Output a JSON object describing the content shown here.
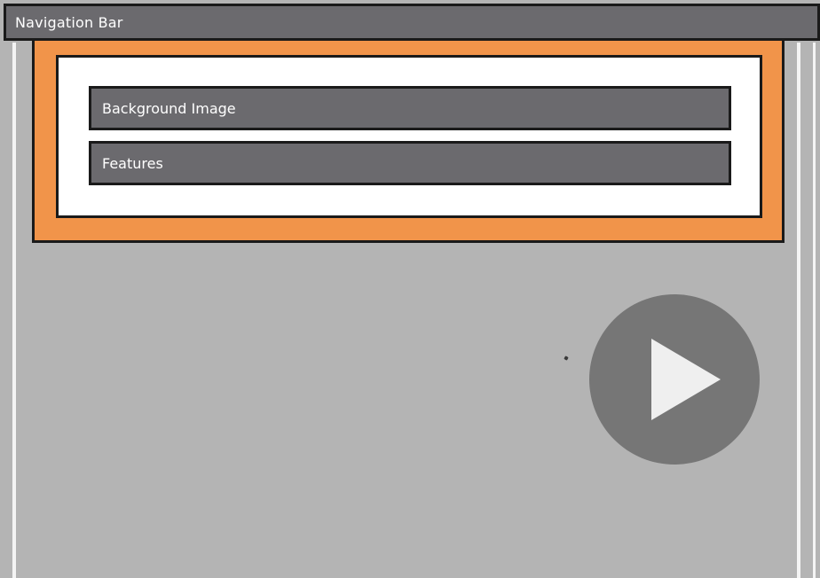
{
  "navbar": {
    "label": "Navigation Bar"
  },
  "hero": {
    "blocks": [
      {
        "label": "Background Image"
      },
      {
        "label": "Features"
      }
    ]
  },
  "video": {
    "play_icon": "play-icon"
  },
  "colors": {
    "background": "#b4b4b4",
    "navbar": "#6b6a6e",
    "accent_orange": "#f1944a",
    "inner_white": "#ffffff",
    "border": "#1a1a1a",
    "play_button": "#767676",
    "play_triangle": "#efefef"
  }
}
